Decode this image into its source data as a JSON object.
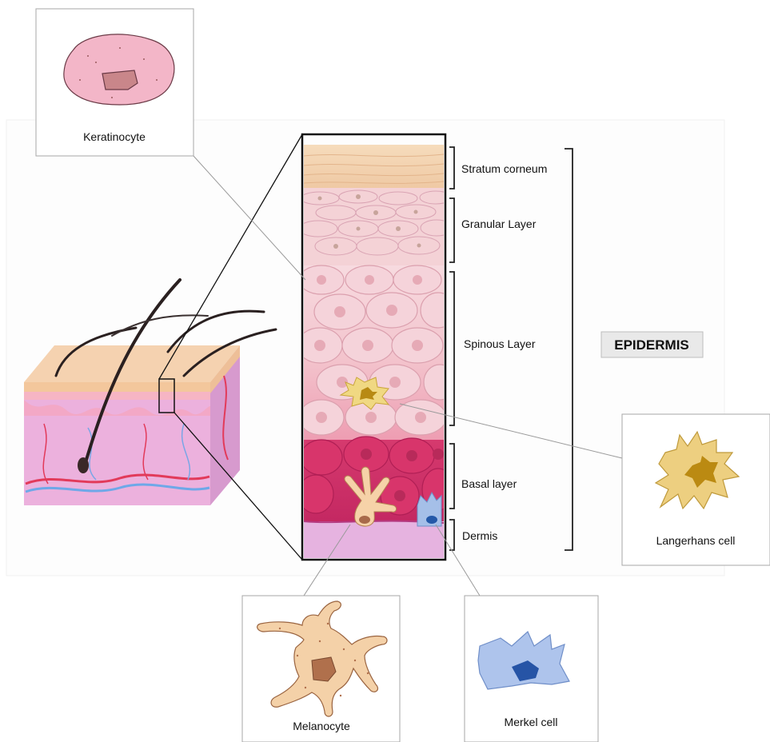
{
  "diagram": {
    "layers": [
      "Stratum corneum",
      "Granular Layer",
      "Spinous Layer",
      "Basal layer",
      "Dermis"
    ],
    "group_label": "EPIDERMIS",
    "cells": {
      "keratinocyte": "Keratinocyte",
      "langerhans": "Langerhans cell",
      "melanocyte": "Melanocyte",
      "merkel": "Merkel cell"
    }
  }
}
